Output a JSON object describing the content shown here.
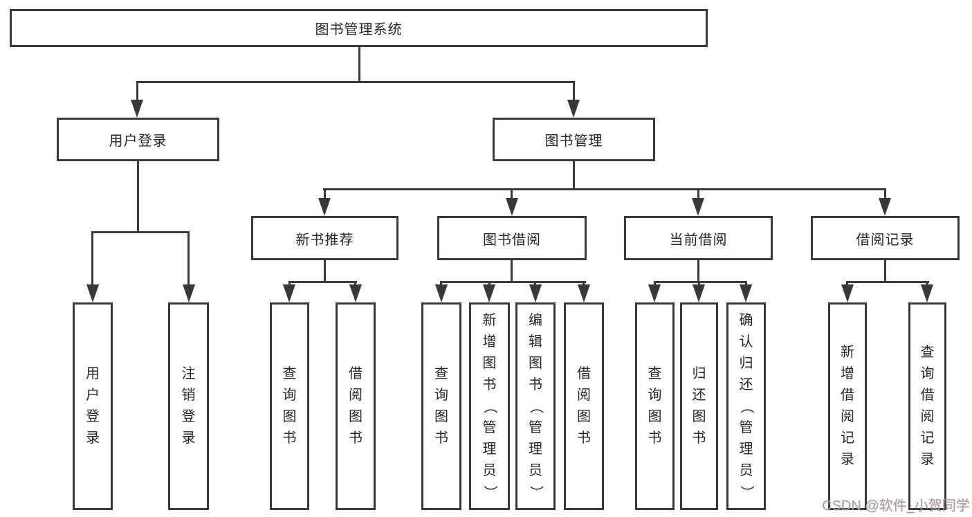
{
  "colors": {
    "line": "#3a3a3a",
    "box_border": "#3a3a3a",
    "box_background": "#ffffff",
    "text": "#262626",
    "watermark": "#a3a3a3"
  },
  "watermark": {
    "text": "CSDN @软件_小贺同学"
  },
  "tree": {
    "root": {
      "label": "图书管理系统"
    },
    "branches": [
      {
        "label": "用户登录",
        "children": [
          {
            "label": "用户登录"
          },
          {
            "label": "注销登录"
          }
        ]
      },
      {
        "label": "图书管理",
        "children": [
          {
            "label": "新书推荐",
            "children": [
              {
                "label": "查询图书"
              },
              {
                "label": "借阅图书"
              }
            ]
          },
          {
            "label": "图书借阅",
            "children": [
              {
                "label": "查询图书"
              },
              {
                "label": "新增图书（管理员）"
              },
              {
                "label": "编辑图书（管理员）"
              },
              {
                "label": "借阅图书"
              }
            ]
          },
          {
            "label": "当前借阅",
            "children": [
              {
                "label": "查询图书"
              },
              {
                "label": "归还图书"
              },
              {
                "label": "确认归还（管理员）"
              }
            ]
          },
          {
            "label": "借阅记录",
            "children": [
              {
                "label": "新增借阅记录"
              },
              {
                "label": "查询借阅记录"
              }
            ]
          }
        ]
      }
    ]
  }
}
